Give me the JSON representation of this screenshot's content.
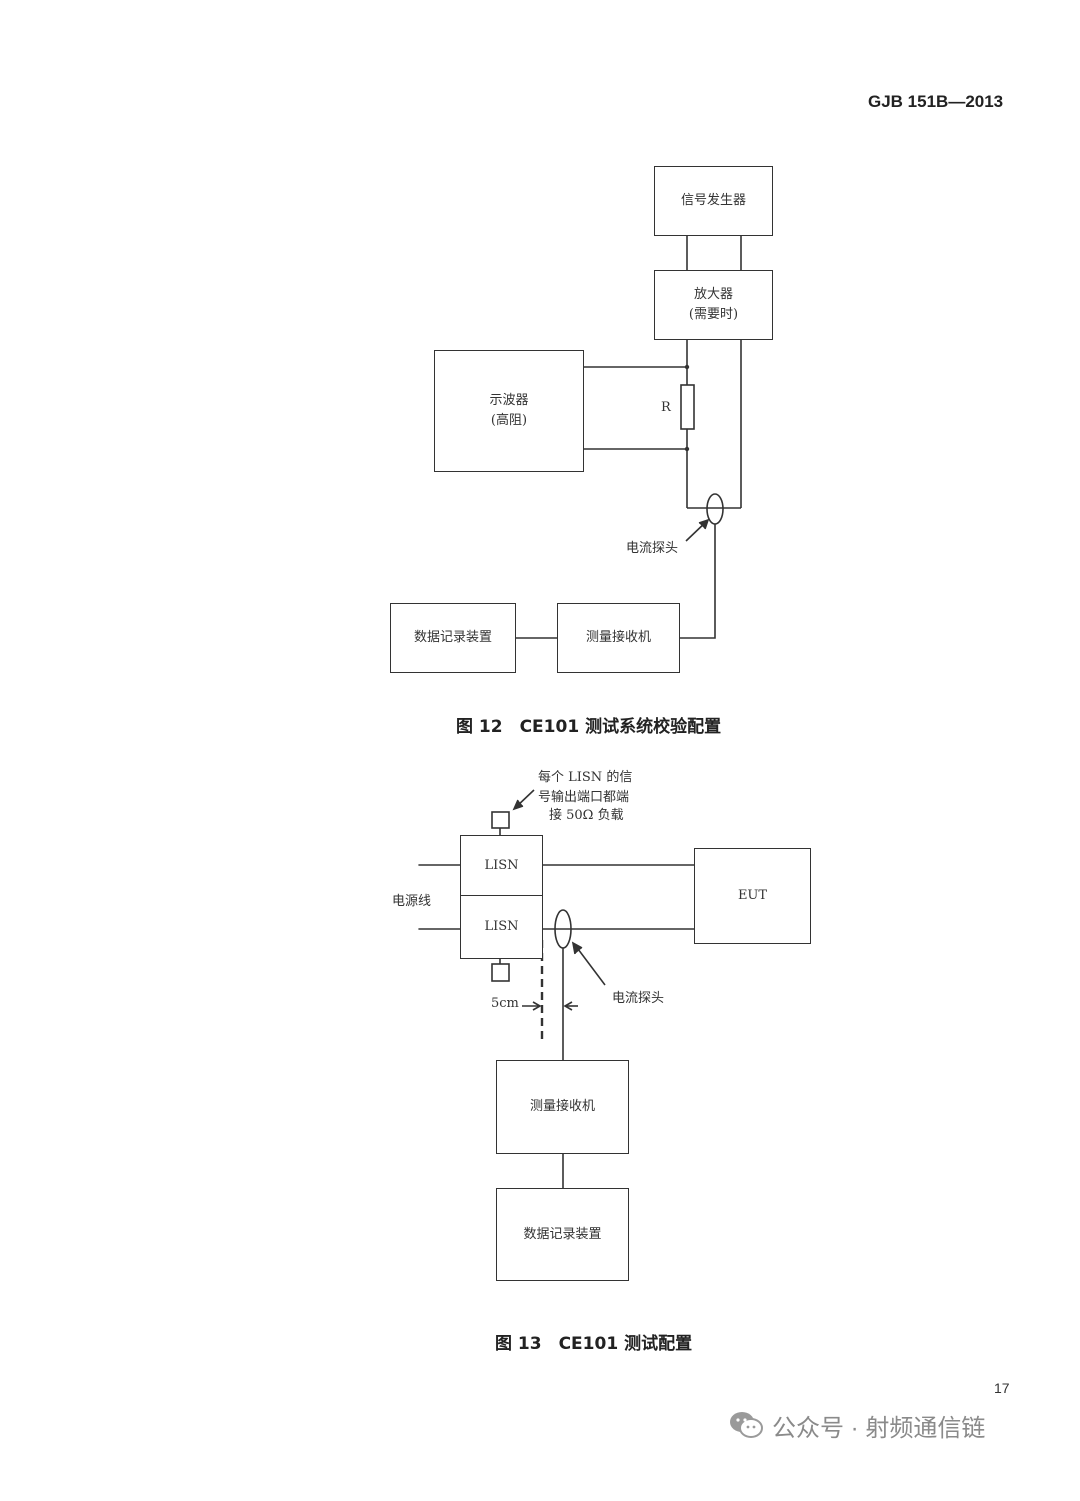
{
  "header": {
    "standard_no": "GJB 151B—2013"
  },
  "fig12": {
    "signal_generator": "信号发生器",
    "amplifier_line1": "放大器",
    "amplifier_line2": "(需要时)",
    "oscilloscope_line1": "示波器",
    "oscilloscope_line2": "(高阻)",
    "resistor_label": "R",
    "current_probe": "电流探头",
    "data_recorder": "数据记录装置",
    "receiver": "测量接收机",
    "caption": "图 12　CE101 测试系统校验配置"
  },
  "fig13": {
    "lisn_note_line1": "每个 LISN 的信",
    "lisn_note_line2": "号输出端口都端",
    "lisn_note_line3": "接 50Ω 负载",
    "lisn_top": "LISN",
    "lisn_bottom": "LISN",
    "power_line": "电源线",
    "eut": "EUT",
    "current_probe": "电流探头",
    "distance": "5cm",
    "receiver": "测量接收机",
    "data_recorder": "数据记录装置",
    "caption": "图 13　CE101 测试配置"
  },
  "footer": {
    "page_number": "17",
    "watermark": "公众号 · 射频通信链",
    "watermark_icon": "wechat-icon"
  }
}
